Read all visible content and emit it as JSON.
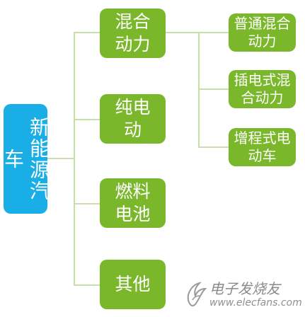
{
  "root": {
    "label": "新能源汽车"
  },
  "categories": [
    {
      "label": "混合\n动力"
    },
    {
      "label": "纯电\n动"
    },
    {
      "label": "燃料\n电池"
    },
    {
      "label": "其他"
    }
  ],
  "hybrid_subtypes": [
    {
      "label": "普通混合\n动力"
    },
    {
      "label": "插电式混\n合动力"
    },
    {
      "label": "增程式电\n动车"
    }
  ],
  "watermark": {
    "title": "电子发烧友",
    "url": "www.elecfans.com"
  },
  "colors": {
    "root": "#1aaee7",
    "node": "#7ab72b",
    "connector": "#c9dfa8"
  }
}
